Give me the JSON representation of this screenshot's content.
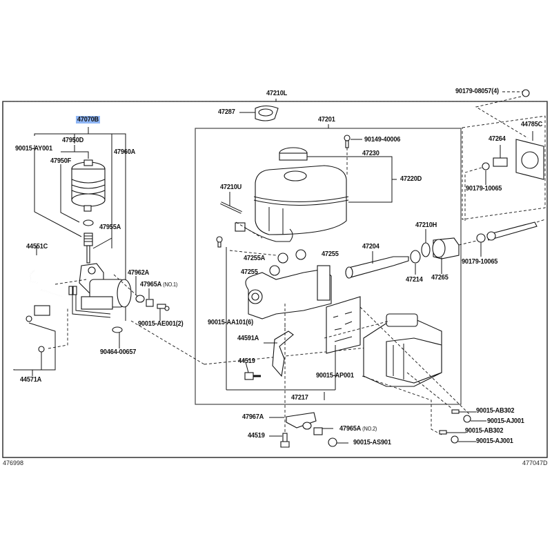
{
  "diagram": {
    "title": "Brake master cylinder / ABS actuator parts diagram",
    "highlight_color": "#8fb6f5",
    "highlighted_part": "47070B",
    "footer_left_code": "476998",
    "footer_right_code": "477047D",
    "labels": {
      "p47070B": "47070B",
      "p90015AY001": "90015-AY001",
      "p47950D": "47950D",
      "p47950F": "47950F",
      "p47960A": "47960A",
      "p47955A": "47955A",
      "p44551C": "44551C",
      "p47962A": "47962A",
      "p47965A_no1": "47965A",
      "p47965A_no1_note": "(NO.1)",
      "p90015AE001": "90015-AE001(2)",
      "p90464": "90464-00657",
      "p44571A": "44571A",
      "p47210L": "47210L",
      "p47287": "47287",
      "p47201": "47201",
      "p90149": "90149-40006",
      "p47230": "47230",
      "p47220D": "47220D",
      "p47210U": "47210U",
      "p47255A": "47255A",
      "p47255_a": "47255",
      "p47255_b": "47255",
      "p47204": "47204",
      "p47210H": "47210H",
      "p47214": "47214",
      "p47265": "47265",
      "p90015AA101": "90015-AA101(6)",
      "p44591A": "44591A",
      "p44519_a": "44519",
      "p90015AP001": "90015-AP001",
      "p47217": "47217",
      "p47967A": "47967A",
      "p44519_b": "44519",
      "p47965A_no2": "47965A",
      "p47965A_no2_note": "(NO.2)",
      "p90015AS901": "90015-AS901",
      "p90179_08057": "90179-08057(4)",
      "p44785C": "44785C",
      "p47264": "47264",
      "p90179_10065_a": "90179-10065",
      "p90179_10065_b": "90179-10065",
      "p90015AB302_a": "90015-AB302",
      "p90015AJ001_a": "90015-AJ001",
      "p90015AB302_b": "90015-AB302",
      "p90015AJ001_b": "90015-AJ001"
    }
  }
}
